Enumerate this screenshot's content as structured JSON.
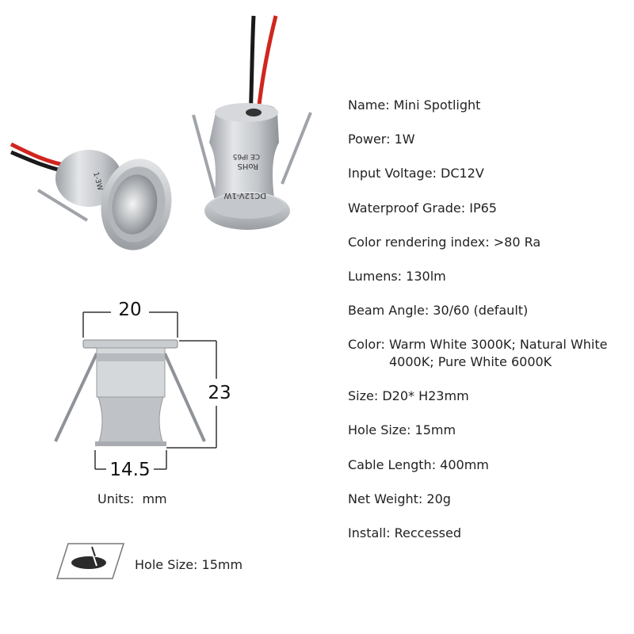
{
  "product_photo": {
    "left_light_print": "1-3W",
    "right_light_print_1": "DC12V-1W",
    "right_light_print_2": "RoHS",
    "right_light_print_3": "CE IP65"
  },
  "diagram": {
    "width_label": "20",
    "height_label": "23",
    "base_label": "14.5",
    "units": "Units:  mm"
  },
  "hole_note": {
    "label": "Hole Size: 15mm"
  },
  "specs": [
    {
      "text": "Name: Mini Spotlight"
    },
    {
      "text": "Power: 1W"
    },
    {
      "text": "Input Voltage: DC12V"
    },
    {
      "text": "Waterproof Grade: IP65"
    },
    {
      "text": "Color rendering index: >80 Ra"
    },
    {
      "text": "Lumens: 130lm"
    },
    {
      "text": "Beam Angle: 30/60 (default)"
    },
    {
      "text": "Color: Warm White 3000K; Natural White",
      "continuation": "4000K; Pure White 6000K"
    },
    {
      "text": "Size: D20* H23mm"
    },
    {
      "text": "Hole Size: 15mm"
    },
    {
      "text": "Cable Length: 400mm"
    },
    {
      "text": "Net Weight: 20g"
    },
    {
      "text": "Install: Reccessed"
    }
  ],
  "colors": {
    "aluminum": "#c9ccd0",
    "aluminum_dark": "#8f9398",
    "wire_red": "#d0261f",
    "wire_black": "#1a1a1a"
  }
}
